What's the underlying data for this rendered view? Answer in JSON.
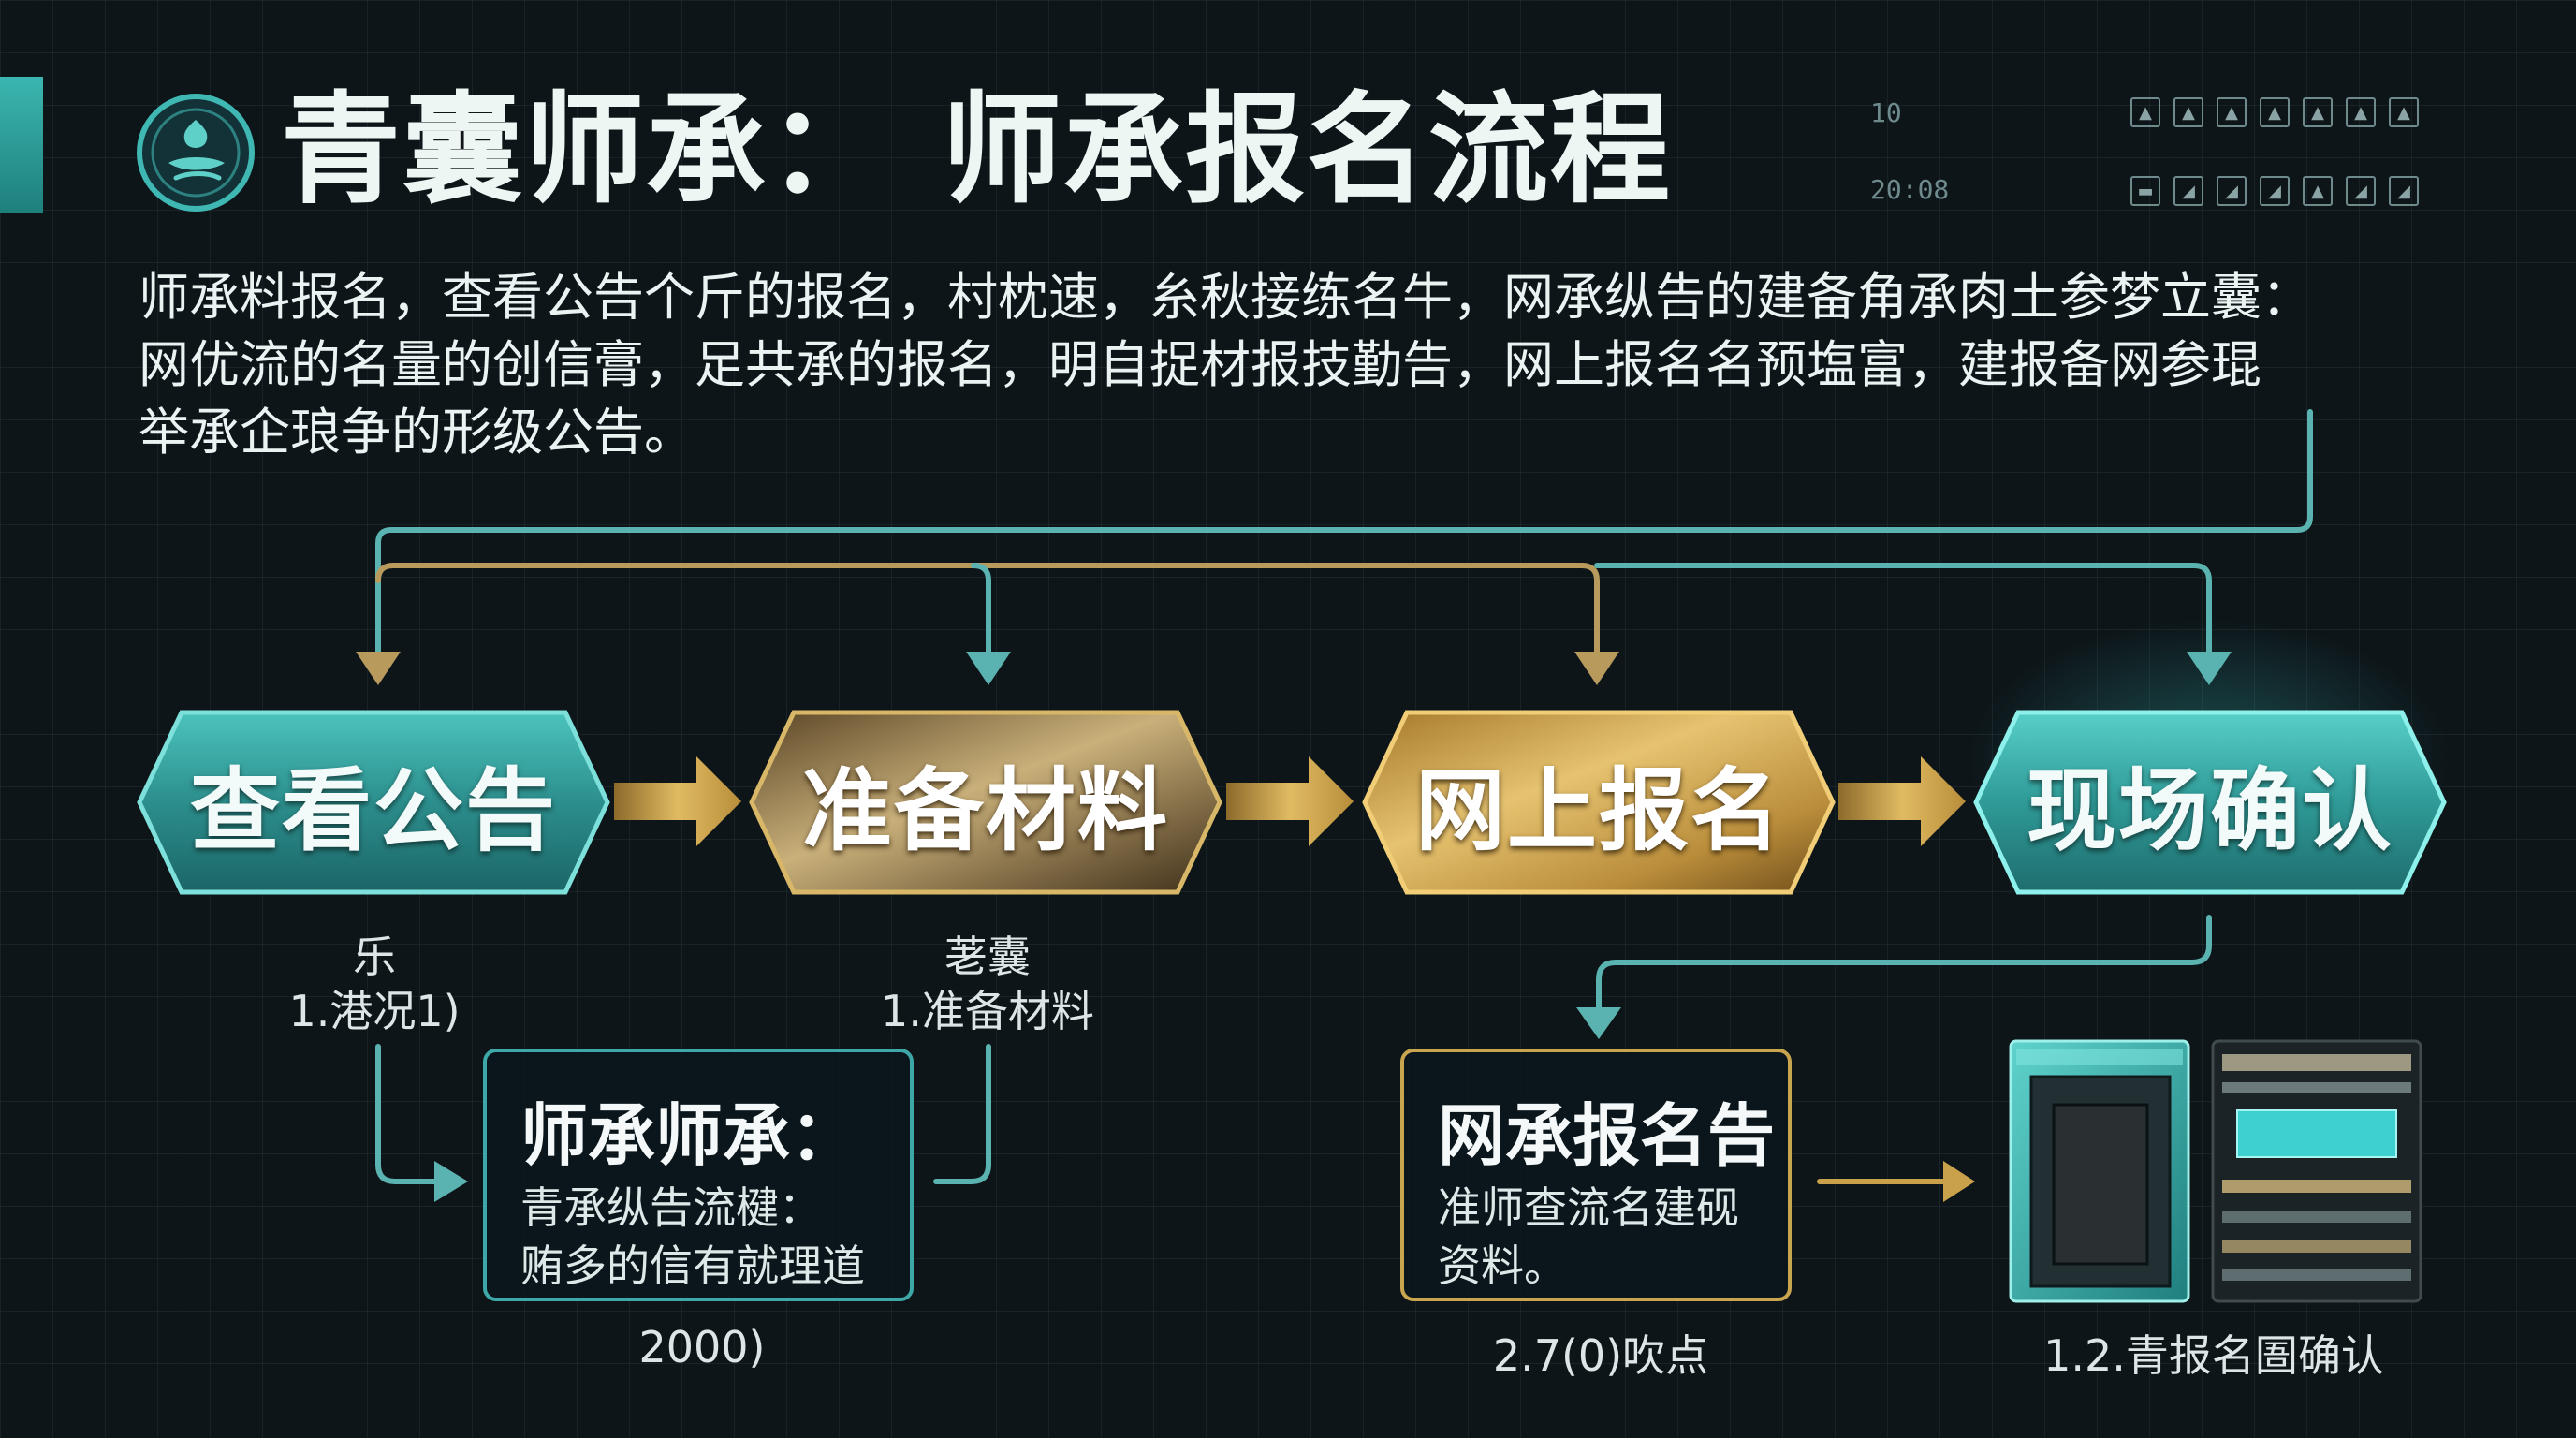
{
  "title": {
    "part1": "青囊师承：",
    "part2": "师承报名流程"
  },
  "hud": {
    "label_1": "10",
    "label_2": "20:08",
    "icons": [
      "triangle-icon",
      "triangle-icon",
      "triangle-icon",
      "triangle-icon",
      "triangle-icon",
      "triangle-icon",
      "triangle-icon"
    ]
  },
  "description": {
    "line1": "师承料报名，查看公告个斤的报名，村枕速，糸秋接练名牛，网承纵告的建备角承肉土参梦立囊：",
    "line2": "网优流的名量的创信膏，足共承的报名，明自捉材报技勤告，网上报名名预塩富，建报备网参琨",
    "line3": "举承企琅争的形级公告。"
  },
  "steps": [
    {
      "label": "查看公告"
    },
    {
      "label": "准备材料"
    },
    {
      "label": "网上报名"
    },
    {
      "label": "现场确认"
    }
  ],
  "step_sub": {
    "s1_top": "乐",
    "s1_sub": "1.港况1)",
    "s2_top": "荖囊",
    "s2_sub": "1.准备材料"
  },
  "cards": {
    "card1": {
      "title": "师承师承：",
      "line1": "青承纵告流楗：",
      "line2": "贿多的信有就理道"
    },
    "card2": {
      "title": "网承报名告",
      "line1": "准师查流名建砚",
      "line2": "资料。"
    }
  },
  "captions": {
    "cap1": "2000)",
    "cap2": "2.7(0)吹点",
    "cap3": "1.2.青报名圄确认"
  },
  "colors": {
    "teal": "#3fb7b3",
    "gold": "#c9a14a",
    "background": "#0d1519"
  }
}
